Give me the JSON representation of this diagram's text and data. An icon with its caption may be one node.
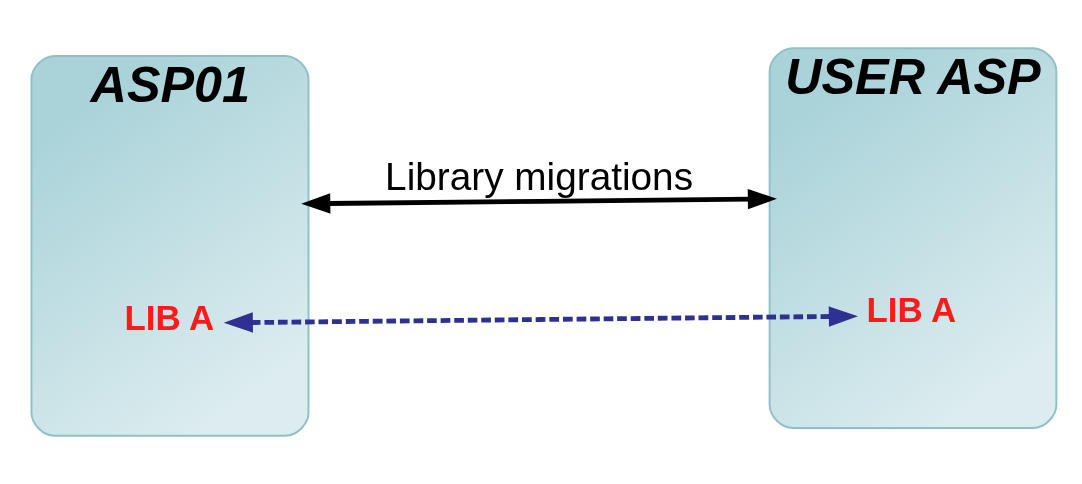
{
  "diagram": {
    "nodes": [
      {
        "text": [
          "ASP01"
        ]
      },
      {
        "text": [
          "LIB A"
        ],
        "in": 0
      },
      {
        "text": [
          "USER ASP"
        ]
      },
      {
        "text": [
          "LIB A"
        ],
        "in": 2
      }
    ],
    "edges": [
      {
        "from": 0,
        "to": 2,
        "arrow": "both",
        "label": "Library migrations"
      },
      {
        "from": 1,
        "to": 3,
        "arrow": "both",
        "style": "dashed",
        "color": "#2e3192"
      }
    ]
  }
}
